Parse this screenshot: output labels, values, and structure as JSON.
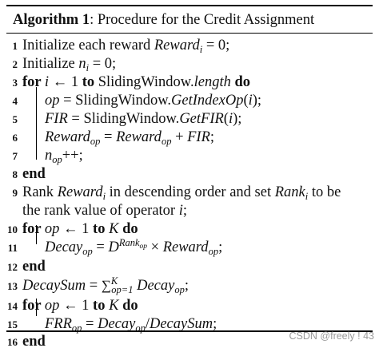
{
  "caption": {
    "label": "Algorithm 1",
    "text": ": Procedure for the Credit Assignment"
  },
  "lines": [
    {
      "n": "1",
      "parts": [
        [
          "t",
          "Initialize each reward "
        ],
        [
          "i",
          "Reward"
        ],
        [
          "sub",
          "i"
        ],
        [
          "t",
          " = 0;"
        ]
      ]
    },
    {
      "n": "2",
      "parts": [
        [
          "t",
          "Initialize "
        ],
        [
          "i",
          "n"
        ],
        [
          "sub",
          "i"
        ],
        [
          "t",
          " = 0;"
        ]
      ]
    },
    {
      "n": "3",
      "parts": [
        [
          "b",
          "for "
        ],
        [
          "i",
          "i"
        ],
        [
          "t",
          " ← 1 "
        ],
        [
          "b",
          "to"
        ],
        [
          "t",
          " SlidingWindow."
        ],
        [
          "i",
          "length"
        ],
        [
          "t",
          " "
        ],
        [
          "b",
          "do"
        ]
      ]
    },
    {
      "n": "4",
      "parts": [
        [
          "i",
          "op"
        ],
        [
          "t",
          " = SlidingWindow."
        ],
        [
          "i",
          "GetIndexOp"
        ],
        [
          "t",
          "("
        ],
        [
          "i",
          "i"
        ],
        [
          "t",
          ");"
        ]
      ]
    },
    {
      "n": "5",
      "parts": [
        [
          "i",
          "FIR"
        ],
        [
          "t",
          " = SlidingWindow."
        ],
        [
          "i",
          "GetFIR"
        ],
        [
          "t",
          "("
        ],
        [
          "i",
          "i"
        ],
        [
          "t",
          ");"
        ]
      ]
    },
    {
      "n": "6",
      "parts": [
        [
          "i",
          "Reward"
        ],
        [
          "sub",
          "op"
        ],
        [
          "t",
          " = "
        ],
        [
          "i",
          "Reward"
        ],
        [
          "sub",
          "op"
        ],
        [
          "t",
          " + "
        ],
        [
          "i",
          "FIR"
        ],
        [
          "t",
          ";"
        ]
      ]
    },
    {
      "n": "7",
      "parts": [
        [
          "i",
          "n"
        ],
        [
          "sub",
          "op"
        ],
        [
          "t",
          "++;"
        ]
      ]
    },
    {
      "n": "8",
      "parts": [
        [
          "b",
          "end"
        ]
      ]
    },
    {
      "n": "9",
      "parts": [
        [
          "t",
          "Rank "
        ],
        [
          "i",
          "Reward"
        ],
        [
          "sub",
          "i"
        ],
        [
          "t",
          " in descending order and set "
        ],
        [
          "i",
          "Rank"
        ],
        [
          "sub",
          "i"
        ],
        [
          "t",
          " to be"
        ]
      ]
    },
    {
      "n": "",
      "parts": [
        [
          "t",
          "the rank value of operator "
        ],
        [
          "i",
          "i"
        ],
        [
          "t",
          ";"
        ]
      ]
    },
    {
      "n": "10",
      "parts": [
        [
          "b",
          "for "
        ],
        [
          "i",
          "op"
        ],
        [
          "t",
          " ← 1 "
        ],
        [
          "b",
          "to"
        ],
        [
          "t",
          " "
        ],
        [
          "i",
          "K"
        ],
        [
          "t",
          " "
        ],
        [
          "b",
          "do"
        ]
      ]
    },
    {
      "n": "11",
      "parts": [
        [
          "i",
          "Decay"
        ],
        [
          "sub",
          "op"
        ],
        [
          "t",
          " = "
        ],
        [
          "i",
          "D"
        ],
        [
          "sup",
          "Rank"
        ],
        [
          "supsub",
          "op"
        ],
        [
          "t",
          " × "
        ],
        [
          "i",
          "Reward"
        ],
        [
          "sub",
          "op"
        ],
        [
          "t",
          ";"
        ]
      ]
    },
    {
      "n": "12",
      "parts": [
        [
          "b",
          "end"
        ]
      ]
    },
    {
      "n": "13",
      "parts": [
        [
          "i",
          "DecaySum"
        ],
        [
          "t",
          " = "
        ],
        [
          "sum",
          "∑"
        ],
        [
          "sup",
          "K"
        ],
        [
          "subsum",
          "op=1"
        ],
        [
          "t",
          " "
        ],
        [
          "i",
          "Decay"
        ],
        [
          "sub",
          "op"
        ],
        [
          "t",
          ";"
        ]
      ]
    },
    {
      "n": "14",
      "parts": [
        [
          "b",
          "for "
        ],
        [
          "i",
          "op"
        ],
        [
          "t",
          " ← 1 "
        ],
        [
          "b",
          "to"
        ],
        [
          "t",
          " "
        ],
        [
          "i",
          "K"
        ],
        [
          "t",
          " "
        ],
        [
          "b",
          "do"
        ]
      ]
    },
    {
      "n": "15",
      "parts": [
        [
          "i",
          "FRR"
        ],
        [
          "sub",
          "op"
        ],
        [
          "t",
          " = "
        ],
        [
          "i",
          "Decay"
        ],
        [
          "sub",
          "op"
        ],
        [
          "t",
          "/"
        ],
        [
          "i",
          "DecaySum"
        ],
        [
          "t",
          ";"
        ]
      ]
    },
    {
      "n": "16",
      "parts": [
        [
          "b",
          "end"
        ]
      ]
    }
  ],
  "watermark": "CSDN @freely ! 43"
}
